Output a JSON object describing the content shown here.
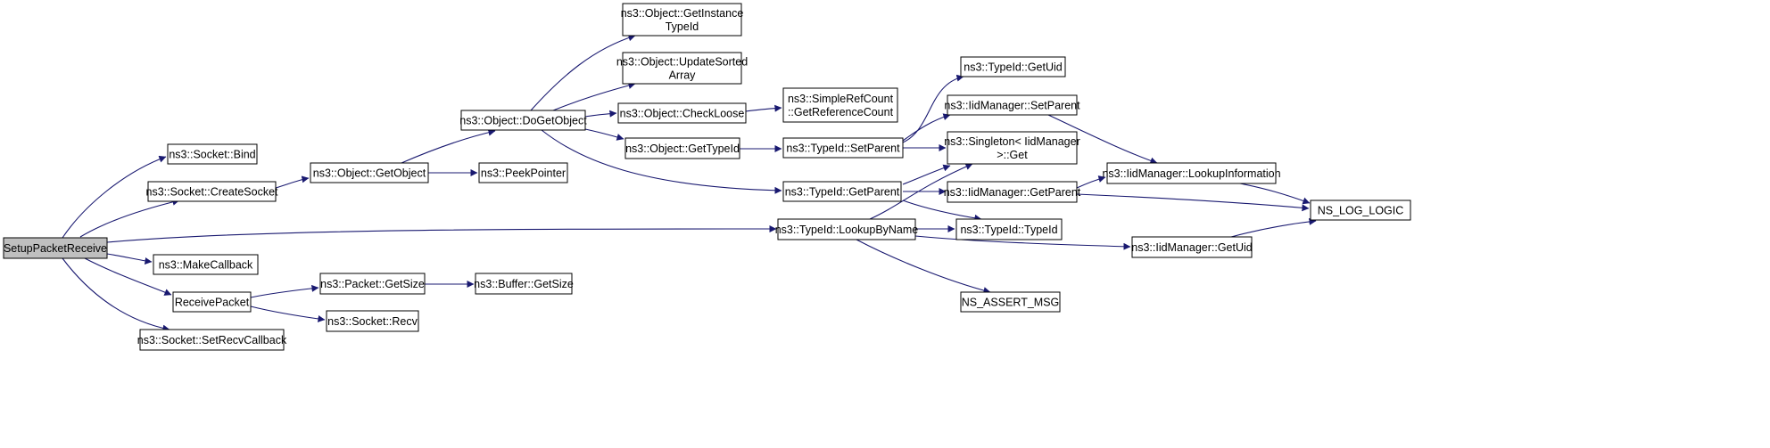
{
  "nodes": {
    "setup_packet_receive": "SetupPacketReceive",
    "socket_bind": "ns3::Socket::Bind",
    "socket_create_socket": "ns3::Socket::CreateSocket",
    "make_callback": "ns3::MakeCallback",
    "receive_packet": "ReceivePacket",
    "socket_set_recv_callback": "ns3::Socket::SetRecvCallback",
    "object_get_object": "ns3::Object::GetObject",
    "peek_pointer": "ns3::PeekPointer",
    "object_do_get_object": "ns3::Object::DoGetObject",
    "packet_get_size": "ns3::Packet::GetSize",
    "socket_recv": "ns3::Socket::Recv",
    "buffer_get_size": "ns3::Buffer::GetSize",
    "object_get_instance_type_id": [
      "ns3::Object::GetInstance",
      "TypeId"
    ],
    "object_update_sorted_array": [
      "ns3::Object::UpdateSorted",
      "Array"
    ],
    "object_check_loose": "ns3::Object::CheckLoose",
    "object_get_type_id": "ns3::Object::GetTypeId",
    "simple_ref_count_get_reference_count": [
      "ns3::SimpleRefCount",
      "::GetReferenceCount"
    ],
    "type_id_get_uid": "ns3::TypeId::GetUid",
    "iid_manager_set_parent": "ns3::IidManager::SetParent",
    "type_id_set_parent": "ns3::TypeId::SetParent",
    "singleton_iid_manager_get": [
      "ns3::Singleton< IidManager",
      " >::Get"
    ],
    "type_id_get_parent": "ns3::TypeId::GetParent",
    "iid_manager_get_parent": "ns3::IidManager::GetParent",
    "iid_manager_lookup_information": "ns3::IidManager::LookupInformation",
    "ns_log_logic": "NS_LOG_LOGIC",
    "type_id_lookup_by_name": "ns3::TypeId::LookupByName",
    "type_id_type_id": "ns3::TypeId::TypeId",
    "iid_manager_get_uid": "ns3::IidManager::GetUid",
    "ns_assert_msg": "NS_ASSERT_MSG"
  },
  "colors": {
    "edge": "#191970",
    "root_fill": "#bfbfbf",
    "node_fill": "#ffffff",
    "border": "#000000"
  }
}
